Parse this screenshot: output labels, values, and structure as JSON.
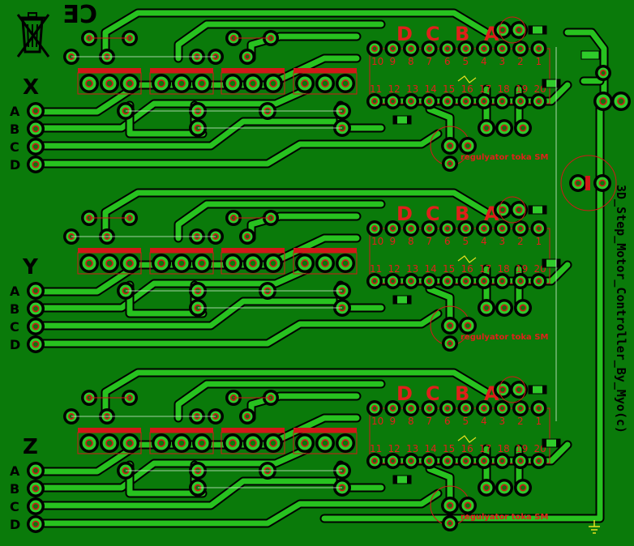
{
  "board": {
    "title": "3D_Step_Motor_Controller_By_Myo(c)",
    "ce_mark": "CE",
    "ground_symbol": "ground-symbol",
    "colors": {
      "background": "#0a7a0a",
      "copper": "#2ecc2a",
      "isolation": "#000000",
      "silkscreen": "#d21818"
    }
  },
  "axes": [
    {
      "axis_label": "X",
      "phase_labels": [
        "A",
        "B",
        "C",
        "D"
      ],
      "connector_letters": [
        "D",
        "C",
        "B",
        "A"
      ],
      "pin_numbers_top": [
        "10",
        "9",
        "8",
        "7",
        "6",
        "5",
        "4",
        "3",
        "2",
        "1"
      ],
      "pin_numbers_bottom": [
        "11",
        "12",
        "13",
        "14",
        "15",
        "16",
        "17",
        "18",
        "19",
        "20"
      ],
      "regulator_label": "regulyator toka SM"
    },
    {
      "axis_label": "Y",
      "phase_labels": [
        "A",
        "B",
        "C",
        "D"
      ],
      "connector_letters": [
        "D",
        "C",
        "B",
        "A"
      ],
      "pin_numbers_top": [
        "10",
        "9",
        "8",
        "7",
        "6",
        "5",
        "4",
        "3",
        "2",
        "1"
      ],
      "pin_numbers_bottom": [
        "11",
        "12",
        "13",
        "14",
        "15",
        "16",
        "17",
        "18",
        "19",
        "20"
      ],
      "regulator_label": "regulyator toka SM"
    },
    {
      "axis_label": "Z",
      "phase_labels": [
        "A",
        "B",
        "C",
        "D"
      ],
      "connector_letters": [
        "D",
        "C",
        "B",
        "A"
      ],
      "pin_numbers_top": [
        "10",
        "9",
        "8",
        "7",
        "6",
        "5",
        "4",
        "3",
        "2",
        "1"
      ],
      "pin_numbers_bottom": [
        "11",
        "12",
        "13",
        "14",
        "15",
        "16",
        "17",
        "18",
        "19",
        "20"
      ],
      "regulator_label": "regulyator toka SM"
    }
  ]
}
